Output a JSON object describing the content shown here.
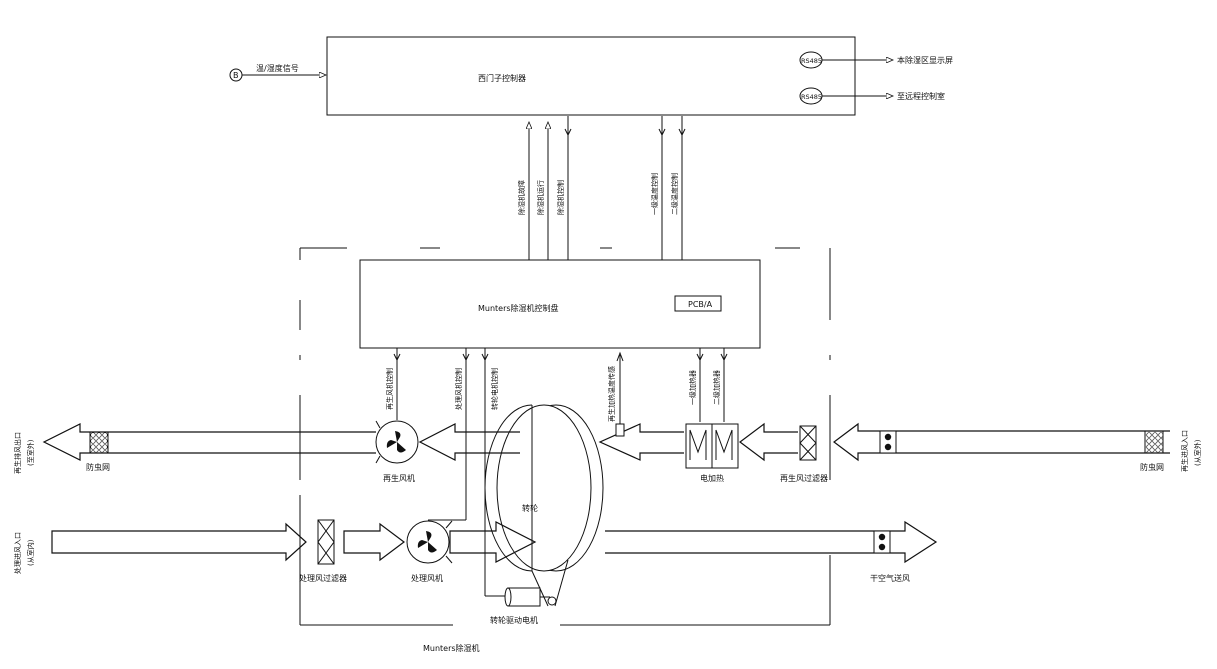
{
  "labels": {
    "controller": "西门子控制器",
    "signal_in": "温/湿度信号",
    "node_b": "B",
    "rs485_a": "RS485",
    "rs485_b": "RS485",
    "to_local_screen": "本除湿区显示屏",
    "to_remote_room": "至远程控制室",
    "ctrl_panel": "Munters除湿机控制盘",
    "pcb": "PCB/A",
    "machine": "Munters除湿机",
    "rotor": "转轮",
    "rotor_motor": "转轮驱动电机",
    "regen_fan": "再生风机",
    "process_fan": "处理风机",
    "heater": "电加热",
    "regen_filter": "再生风过滤器",
    "process_filter": "处理风过滤器",
    "insect_left": "防虫网",
    "insect_right": "防虫网",
    "dry_air_out": "干空气送风",
    "regen_exhaust": "再生排风出口",
    "regen_exhaust_sub": "(至室外)",
    "regen_inlet": "再生进风入口",
    "regen_inlet_sub": "(从室外)",
    "process_inlet": "处理进风入口",
    "process_inlet_sub": "(从室内)"
  },
  "signals_up": [
    "除湿机故障",
    "除湿机运行",
    "除湿机控制"
  ],
  "signals_up2": [
    "一级温度控制",
    "二级温度控制"
  ],
  "signals_down": [
    "再生风机控制",
    "处理风机控制",
    "转轮电机控制",
    "再生加热温度传感",
    "一级加热器",
    "二级加热器"
  ]
}
